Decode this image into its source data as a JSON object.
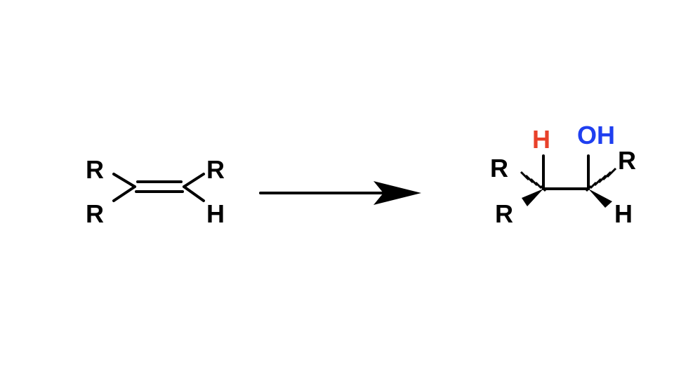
{
  "colors": {
    "ink": "#000000",
    "hydrogen_added": "#e8412a",
    "hydroxyl_added": "#1f3ff0",
    "background": "#ffffff"
  },
  "reactant": {
    "top_left_substituent": "R",
    "bottom_left_substituent": "R",
    "top_right_substituent": "R",
    "bottom_right_substituent": "H"
  },
  "arrow": {
    "icon": "reaction-arrow-icon"
  },
  "product": {
    "added_hydrogen": "H",
    "added_hydroxyl": "OH",
    "left_hashed_substituent": "R",
    "left_wedged_substituent": "R",
    "right_hashed_substituent": "R",
    "right_wedged_substituent": "H"
  }
}
